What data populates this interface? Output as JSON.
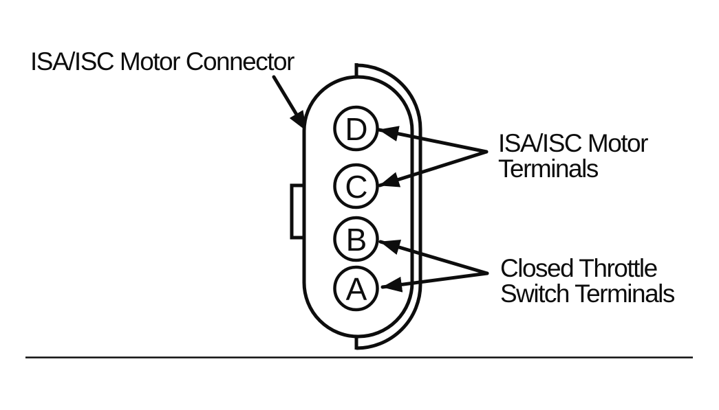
{
  "page": {
    "background_color": "#ffffff",
    "ink_color": "#0d0d0d"
  },
  "diagram": {
    "connector_label": "ISA/ISC Motor Connector",
    "terminals": [
      {
        "label": "D"
      },
      {
        "label": "C"
      },
      {
        "label": "B"
      },
      {
        "label": "A"
      }
    ],
    "annotations": {
      "motor_terminals": {
        "line1": "ISA/ISC Motor",
        "line2": "Terminals",
        "targets": [
          "D",
          "C"
        ]
      },
      "switch_terminals": {
        "line1": "Closed Throttle",
        "line2": "Switch Terminals",
        "targets": [
          "B",
          "A"
        ]
      }
    }
  }
}
